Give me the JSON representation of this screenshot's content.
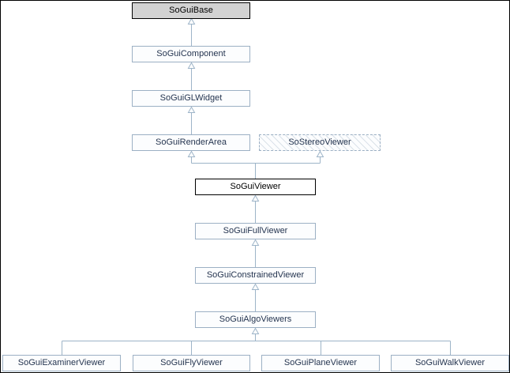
{
  "diagram": {
    "title": "SoGui viewer class inheritance diagram",
    "colors": {
      "edge": "#9db4c8",
      "box_border": "#9cb0c4",
      "current_node_fill": "#d2d2d2",
      "node_fill": "#fcfdfe",
      "text": "#253550"
    },
    "nodes": {
      "base": {
        "label": "SoGuiBase"
      },
      "component": {
        "label": "SoGuiComponent"
      },
      "glwidget": {
        "label": "SoGuiGLWidget"
      },
      "renderarea": {
        "label": "SoGuiRenderArea"
      },
      "stereo": {
        "label": "SoStereoViewer"
      },
      "viewer": {
        "label": "SoGuiViewer"
      },
      "fullviewer": {
        "label": "SoGuiFullViewer"
      },
      "constrained": {
        "label": "SoGuiConstrainedViewer"
      },
      "algoviewers": {
        "label": "SoGuiAlgoViewers"
      },
      "examiner": {
        "label": "SoGuiExaminerViewer"
      },
      "fly": {
        "label": "SoGuiFlyViewer"
      },
      "plane": {
        "label": "SoGuiPlaneViewer"
      },
      "walk": {
        "label": "SoGuiWalkViewer"
      }
    }
  }
}
